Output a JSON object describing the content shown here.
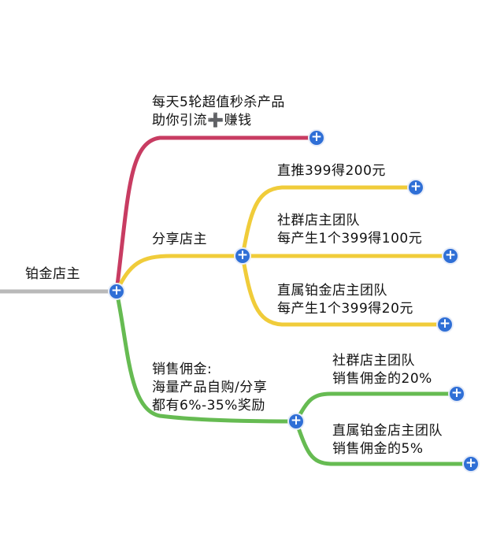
{
  "root": {
    "label": "铂金店主"
  },
  "branches": {
    "seckill": {
      "label": "每天5轮超值秒杀产品\n助你引流➕赚钱",
      "color": "#c83c62"
    },
    "share": {
      "label": "分享店主",
      "color": "#f0cc3a",
      "children": [
        {
          "label": "直推399得200元"
        },
        {
          "label": "社群店主团队\n每产生1个399得100元"
        },
        {
          "label": "直属铂金店主团队\n每产生1个399得20元"
        }
      ]
    },
    "commission": {
      "label": "销售佣金:\n海量产品自购/分享\n都有6%-35%奖励",
      "color": "#66bb52",
      "children": [
        {
          "label": "社群店主团队\n销售佣金的20%"
        },
        {
          "label": "直属铂金店主团队\n销售佣金的5%"
        }
      ]
    }
  },
  "colors": {
    "root_line": "#b9b9b9",
    "node": "#2f6fd6"
  },
  "icons": {
    "expand": "plus-icon"
  }
}
